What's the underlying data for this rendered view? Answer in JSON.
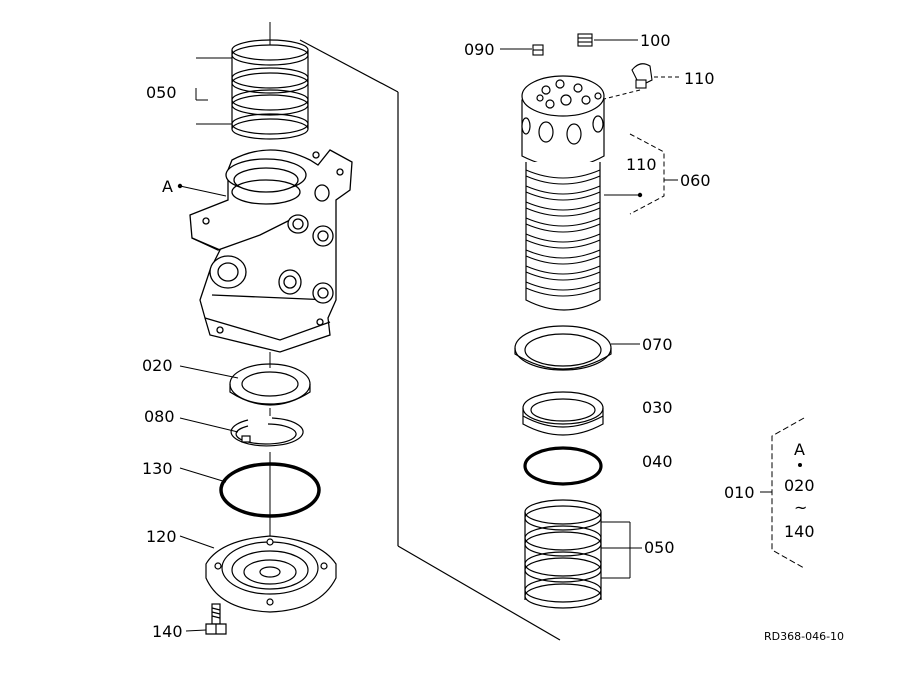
{
  "labels": {
    "p050_top": "050",
    "pA_left": "A",
    "p020": "020",
    "p080": "080",
    "p130": "130",
    "p120": "120",
    "p140": "140",
    "p090": "090",
    "p100": "100",
    "p110_top": "110",
    "p110_mid": "110",
    "p060": "060",
    "p070": "070",
    "p030": "030",
    "p040": "040",
    "p050_right": "050",
    "legend_010": "010",
    "legend_A": "A",
    "legend_020": "020",
    "legend_tilde": "~",
    "legend_140": "140",
    "drawing_ref": "RD368-046-10"
  }
}
